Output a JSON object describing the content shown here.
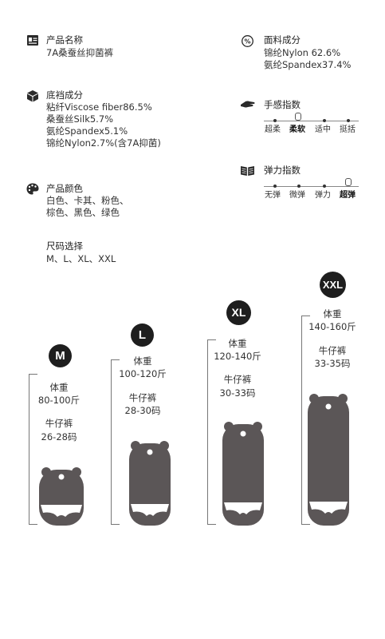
{
  "product_name": {
    "title": "产品名称",
    "value": "7A桑蚕丝抑菌裤"
  },
  "fabric": {
    "title": "面料成分",
    "lines": [
      "锦纶Nylon 62.6%",
      "氨纶Spandex37.4%"
    ]
  },
  "crotch": {
    "title": "底裆成分",
    "lines": [
      "粘纤Viscose fiber86.5%",
      "桑蚕丝Silk5.7%",
      "氨纶Spandex5.1%",
      "锦纶Nylon2.7%(含7A抑菌)"
    ]
  },
  "feel": {
    "title": "手感指数",
    "labels": [
      "超柔",
      "柔软",
      "适中",
      "挺括"
    ],
    "selected": 1
  },
  "elastic": {
    "title": "弹力指数",
    "labels": [
      "无弹",
      "微弹",
      "弹力",
      "超弹"
    ],
    "selected": 3
  },
  "colors": {
    "title": "产品颜色",
    "lines": [
      "白色、卡其、粉色、",
      "棕色、黑色、绿色"
    ]
  },
  "sizes_info": {
    "title": "尺码选择",
    "value": "M、L、XL、XXL"
  },
  "size_chart": [
    {
      "size": "M",
      "weight_label": "体重",
      "weight": "80-100斤",
      "jeans_label": "牛仔裤",
      "jeans": "26-28码"
    },
    {
      "size": "L",
      "weight_label": "体重",
      "weight": "100-120斤",
      "jeans_label": "牛仔裤",
      "jeans": "28-30码"
    },
    {
      "size": "XL",
      "weight_label": "体重",
      "weight": "120-140斤",
      "jeans_label": "牛仔裤",
      "jeans": "30-33码"
    },
    {
      "size": "XXL",
      "weight_label": "体重",
      "weight": "140-160斤",
      "jeans_label": "牛仔裤",
      "jeans": "33-35码"
    }
  ],
  "colors_theme": {
    "accent": "#1e1e1e",
    "figure": "#5b5657"
  }
}
